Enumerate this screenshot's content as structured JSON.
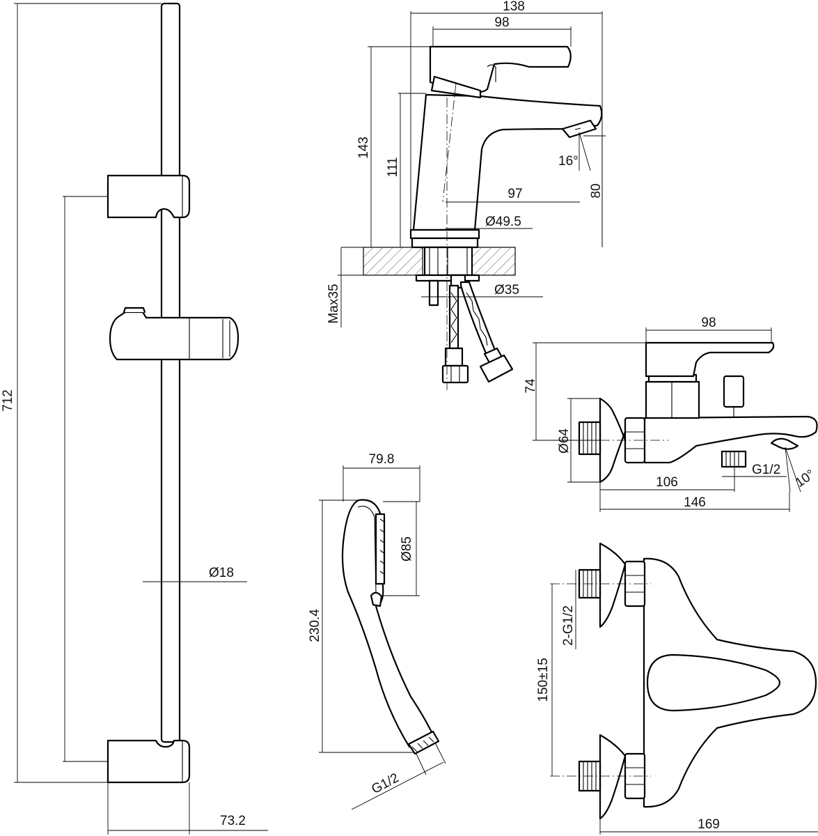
{
  "dimensions": {
    "rail_length": "712",
    "rail_diameter": "Ø18",
    "rail_depth": "73.2",
    "basin_total_length": "138",
    "basin_handle_length": "98",
    "basin_height": "143",
    "basin_body_height": "111",
    "spout_angle": "16°",
    "spout_reach": "97",
    "spout_height": "80",
    "base_diameter": "Ø49.5",
    "max_thickness": "Max35",
    "hole_diameter": "Ø35",
    "handshower_width": "79.8",
    "handshower_face_diameter": "Ø85",
    "handshower_length": "230.4",
    "handshower_thread": "G1/2",
    "bath_handle_length": "98",
    "bath_height": "74",
    "flange_diameter": "Ø64",
    "outlet_thread": "G1/2",
    "bath_spout_angle": "10°",
    "bath_reach_inner": "106",
    "bath_reach_total": "146",
    "inlet_threads": "2-G1/2",
    "inlet_spacing": "150±15",
    "bath_width_total": "169"
  }
}
